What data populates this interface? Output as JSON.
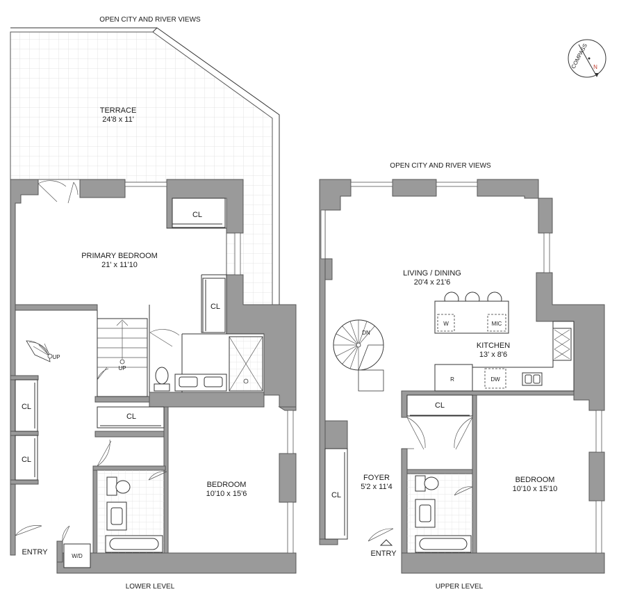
{
  "views_lower": "OPEN CITY AND RIVER VIEWS",
  "views_upper": "OPEN CITY AND RIVER VIEWS",
  "compass": {
    "label": "COMPASS",
    "north": "N"
  },
  "lower": {
    "level_label": "LOWER LEVEL",
    "terrace": {
      "name": "TERRACE",
      "dims": "24'8 x 11'"
    },
    "primary_bedroom": {
      "name": "PRIMARY BEDROOM",
      "dims": "21' x 11'10"
    },
    "bedroom": {
      "name": "BEDROOM",
      "dims": "10'10 x 15'6"
    },
    "closets": [
      "CL",
      "CL",
      "CL",
      "CL",
      "CL"
    ],
    "stair_up": "UP",
    "spiral_up": "UP",
    "washer_dryer": "W/D",
    "entry": "ENTRY"
  },
  "upper": {
    "level_label": "UPPER LEVEL",
    "living": {
      "name": "LIVING / DINING",
      "dims": "20'4 x 21'6"
    },
    "kitchen": {
      "name": "KITCHEN",
      "dims": "13' x 8'6"
    },
    "foyer": {
      "name": "FOYER",
      "dims": "5'2 x 11'4"
    },
    "bedroom": {
      "name": "BEDROOM",
      "dims": "10'10 x 15'10"
    },
    "closets": [
      "CL",
      "CL"
    ],
    "spiral_dn": "DN",
    "appliances": {
      "w": "W",
      "mic": "MIC",
      "r": "R",
      "dw": "DW"
    },
    "entry": "ENTRY"
  }
}
